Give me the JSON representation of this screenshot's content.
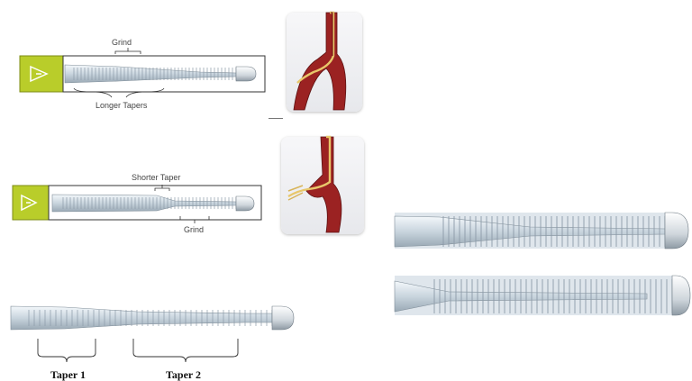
{
  "diagram1": {
    "grind_label": "Grind",
    "tapers_label": "Longer Tapers"
  },
  "diagram2": {
    "shorter_taper_label": "Shorter Taper",
    "grind_label": "Grind"
  },
  "diagram3": {
    "taper1_label": "Taper 1",
    "taper2_label": "Taper 2"
  },
  "colors": {
    "hub_green": "#b9cd2a",
    "vessel_red": "#9b2222",
    "coil_stroke": "#8c9aa8",
    "shaft_light": "#d9e3ea"
  },
  "icons": {
    "hub": "connector-hub-icon",
    "vessel": "artery-bifurcation-icon"
  }
}
